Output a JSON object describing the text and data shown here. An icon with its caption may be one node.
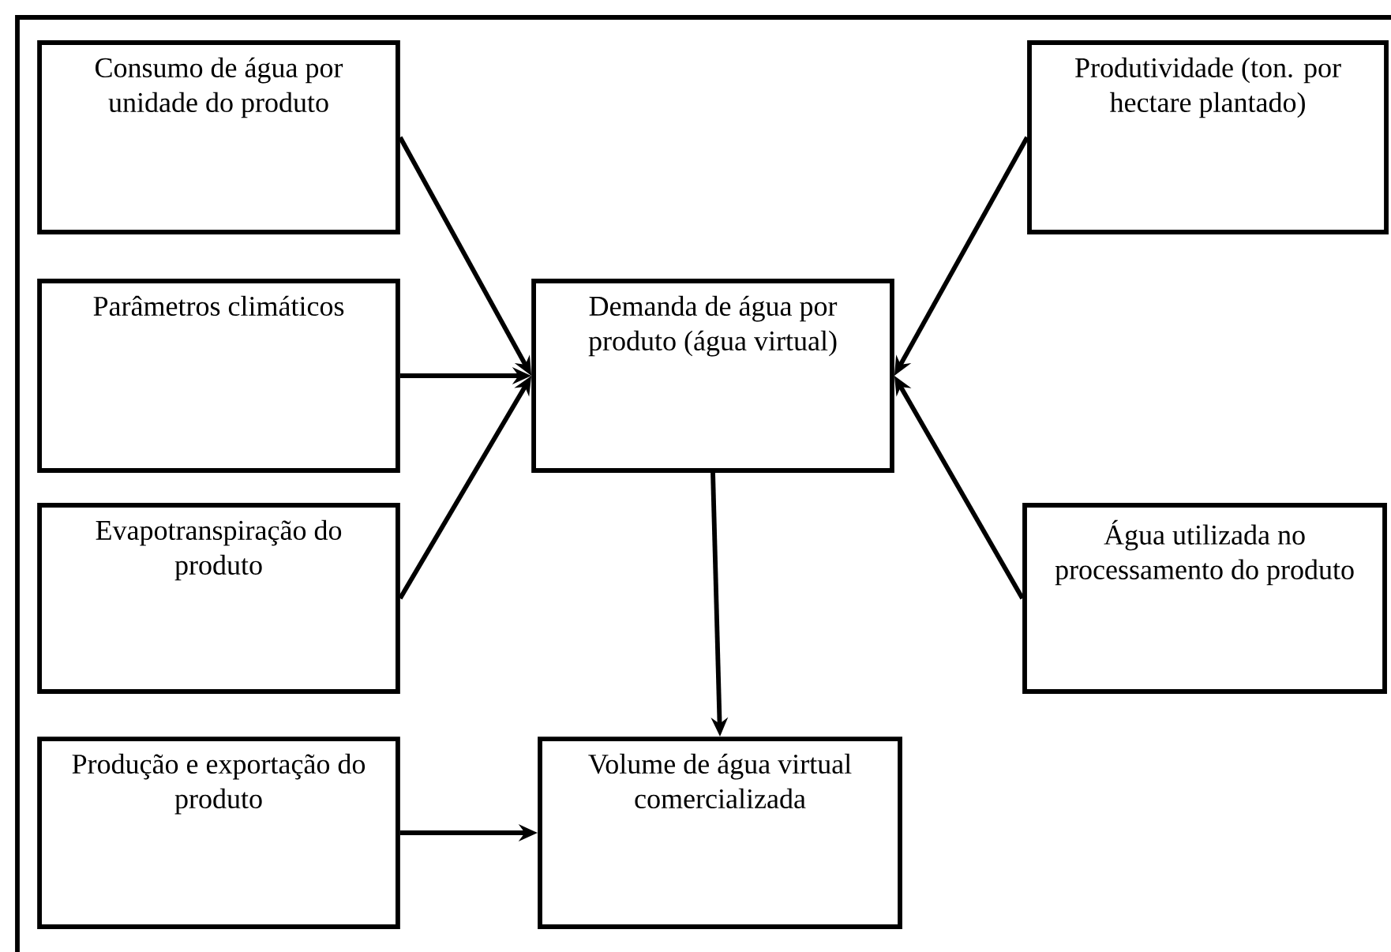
{
  "diagram": {
    "nodes": [
      {
        "text": [
          "Consumo de água por unidade do produto"
        ]
      },
      {
        "text": [
          "Produtividade (ton. por hectare plantado)"
        ]
      },
      {
        "text": [
          "Parâmetros climáticos"
        ]
      },
      {
        "text": [
          "Demanda de água por produto (água virtual)"
        ]
      },
      {
        "text": [
          "Evapotranspiração do produto"
        ]
      },
      {
        "text": [
          "Água utilizada no processamento do produto"
        ]
      },
      {
        "text": [
          "Produção e exportação do produto"
        ]
      },
      {
        "text": [
          "Volume de água virtual comercializada"
        ]
      }
    ],
    "edges": [
      {
        "from": 0,
        "to": 3,
        "arrow": "to"
      },
      {
        "from": 1,
        "to": 3,
        "arrow": "to"
      },
      {
        "from": 2,
        "to": 3,
        "arrow": "to"
      },
      {
        "from": 4,
        "to": 3,
        "arrow": "to"
      },
      {
        "from": 5,
        "to": 3,
        "arrow": "to"
      },
      {
        "from": 3,
        "to": 7,
        "arrow": "to"
      },
      {
        "from": 6,
        "to": 7,
        "arrow": "to"
      }
    ]
  }
}
